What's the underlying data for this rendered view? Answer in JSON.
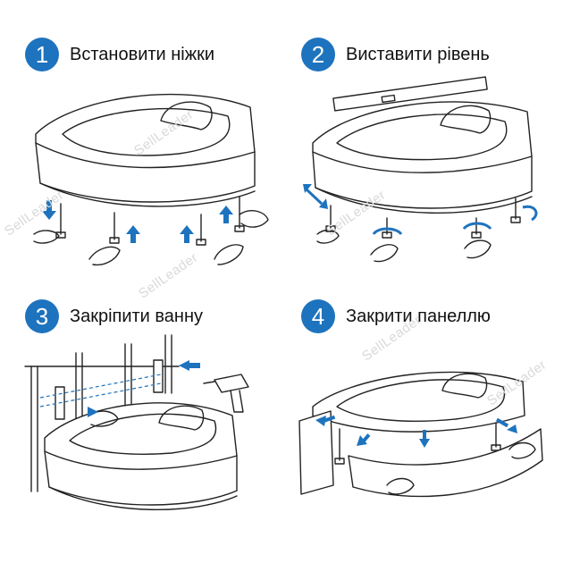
{
  "accent_color": "#1e73be",
  "arrow_color": "#1e73be",
  "watermark_text": "SellLeader",
  "steps": [
    {
      "number": "1",
      "title": "Встановити ніжки",
      "illustration": "bathtub-legs-icon"
    },
    {
      "number": "2",
      "title": "Виставити рівень",
      "illustration": "bathtub-level-icon"
    },
    {
      "number": "3",
      "title": "Закріпити ванну",
      "illustration": "bathtub-mount-icon"
    },
    {
      "number": "4",
      "title": "Закрити панеллю",
      "illustration": "bathtub-panel-icon"
    }
  ]
}
